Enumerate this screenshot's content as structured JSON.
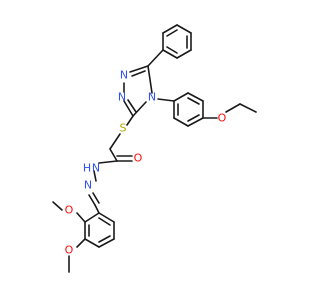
{
  "molecule": {
    "element_colors": {
      "N": "#3050f8",
      "O": "#ff0d0d",
      "S": "#b5a600",
      "H": "#3050f8"
    },
    "atoms": [
      {
        "id": "n_tz1",
        "text": "N",
        "element": "N"
      },
      {
        "id": "n_tz2",
        "text": "N",
        "element": "N"
      },
      {
        "id": "n_tz4",
        "text": "N",
        "element": "N"
      },
      {
        "id": "s_thio",
        "text": "S",
        "element": "S"
      },
      {
        "id": "o_ether",
        "text": "O",
        "element": "O"
      },
      {
        "id": "o_carbonyl",
        "text": "O",
        "element": "O"
      },
      {
        "id": "n_amide",
        "text": "N",
        "element": "N"
      },
      {
        "id": "h_amide",
        "text": "H",
        "element": "H"
      },
      {
        "id": "n_imine",
        "text": "N",
        "element": "N"
      },
      {
        "id": "o_ome1",
        "text": "O",
        "element": "O"
      },
      {
        "id": "o_ome2",
        "text": "O",
        "element": "O"
      }
    ]
  }
}
